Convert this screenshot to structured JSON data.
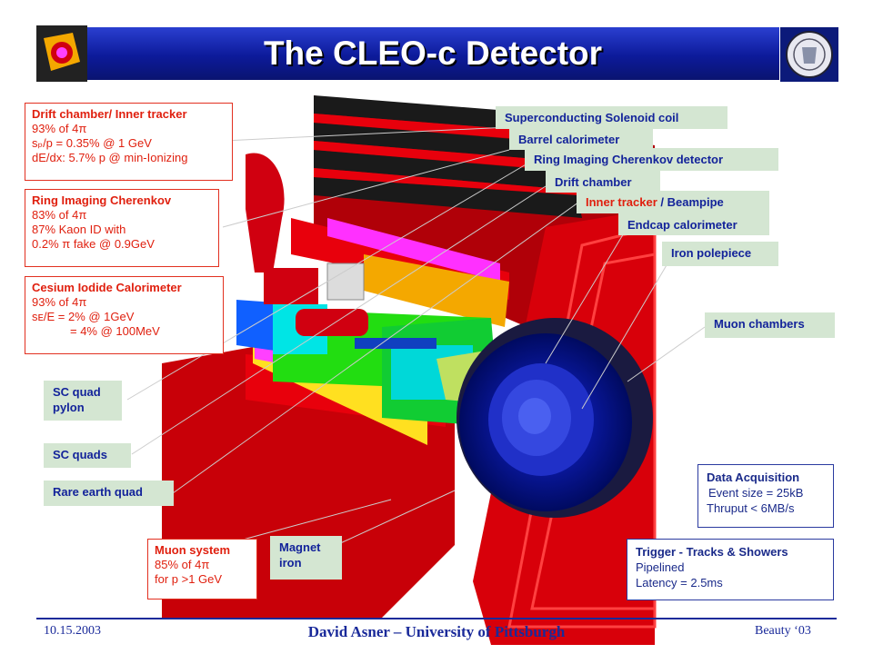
{
  "title": "The CLEO-c Detector",
  "logos": {
    "left": "cleo-detector-logo",
    "right": "university-seal-logo"
  },
  "info_boxes": {
    "drift": {
      "heading": "Drift chamber/ Inner tracker",
      "lines": [
        "93% of 4π",
        "sₚ/p = 0.35% @ 1 GeV",
        "dE/dx: 5.7% p @ min-Ionizing"
      ]
    },
    "rich": {
      "heading": "Ring Imaging Cherenkov",
      "lines": [
        "83% of 4π",
        "87% Kaon ID with",
        "0.2% π fake @ 0.9GeV"
      ]
    },
    "csi": {
      "heading": "Cesium Iodide Calorimeter",
      "lines": [
        "93% of 4π",
        "sᴇ/E = 2% @ 1GeV",
        "= 4% @ 100MeV"
      ]
    },
    "muon": {
      "heading": "Muon system",
      "lines": [
        "85% of 4π",
        "for p >1 GeV"
      ]
    },
    "daq": {
      "heading": "Data Acquisition",
      "lines": [
        "Event size = 25kB",
        "Thruput < 6MB/s"
      ]
    },
    "trigger": {
      "heading": "Trigger - Tracks & Showers",
      "lines": [
        "Pipelined",
        "Latency = 2.5ms"
      ]
    }
  },
  "labels": {
    "solenoid": "Superconducting Solenoid coil",
    "barrel_cal": "Barrel calorimeter",
    "rich_det": "Ring Imaging Cherenkov detector",
    "drift_chamber": "Drift chamber",
    "inner_tracker": "Inner tracker",
    "inner_tracker_sep": " / ",
    "beampipe": "Beampipe",
    "endcap_cal": "Endcap calorimeter",
    "iron_polepiece": "Iron polepiece",
    "muon_chambers": "Muon chambers",
    "sc_quad_pylon": "SC quad pylon",
    "sc_quads": "SC quads",
    "rare_earth_quad": "Rare earth quad",
    "magnet_iron": "Magnet iron"
  },
  "footer": {
    "date": "10.15.2003",
    "author": "David Asner – University of Pittsburgh",
    "event": "Beauty ‘03"
  },
  "colors": {
    "title_bg": "#0c1a9a",
    "red_box_border": "#e23020",
    "label_bg": "#d4e6d2",
    "label_text": "#13239a",
    "iron_red": "#e0000a",
    "calorimeter_yellow": "#f4a800",
    "rich_magenta": "#ff00ff",
    "drift_green": "#22dd11",
    "inner_cyan": "#00e5e5",
    "endcap_blue": "#1030d0"
  }
}
